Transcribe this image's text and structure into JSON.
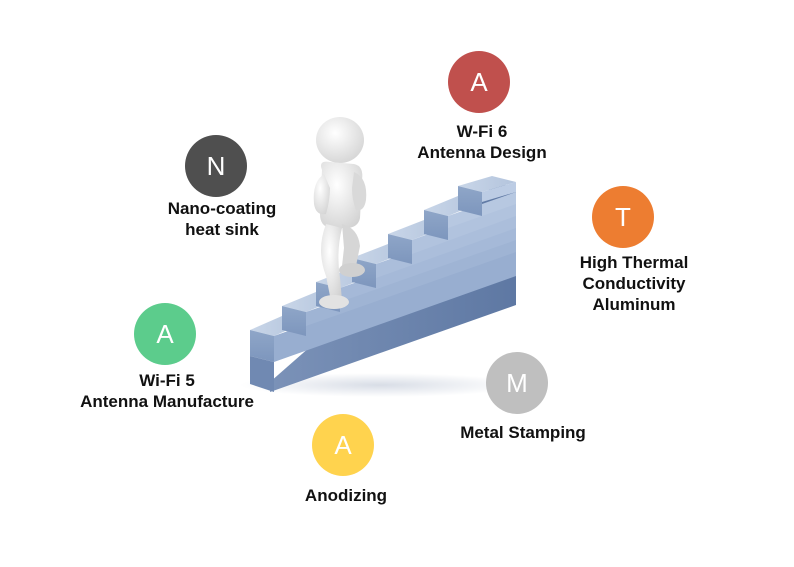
{
  "items": [
    {
      "letter": "A",
      "color": "#c0504d",
      "lines": [
        "W-Fi 6",
        "Antenna Design"
      ]
    },
    {
      "letter": "N",
      "color": "#4f4f4f",
      "lines": [
        "Nano-coating",
        "heat sink"
      ]
    },
    {
      "letter": "T",
      "color": "#ed7d31",
      "lines": [
        "High Thermal",
        "Conductivity",
        "Aluminum"
      ]
    },
    {
      "letter": "A",
      "color": "#5ccc8c",
      "lines": [
        "Wi-Fi 5",
        "Antenna Manufacture"
      ]
    },
    {
      "letter": "M",
      "color": "#bfbfbf",
      "lines": [
        "Metal Stamping"
      ]
    },
    {
      "letter": "A",
      "color": "#ffd34e",
      "lines": [
        "Anodizing"
      ]
    }
  ]
}
